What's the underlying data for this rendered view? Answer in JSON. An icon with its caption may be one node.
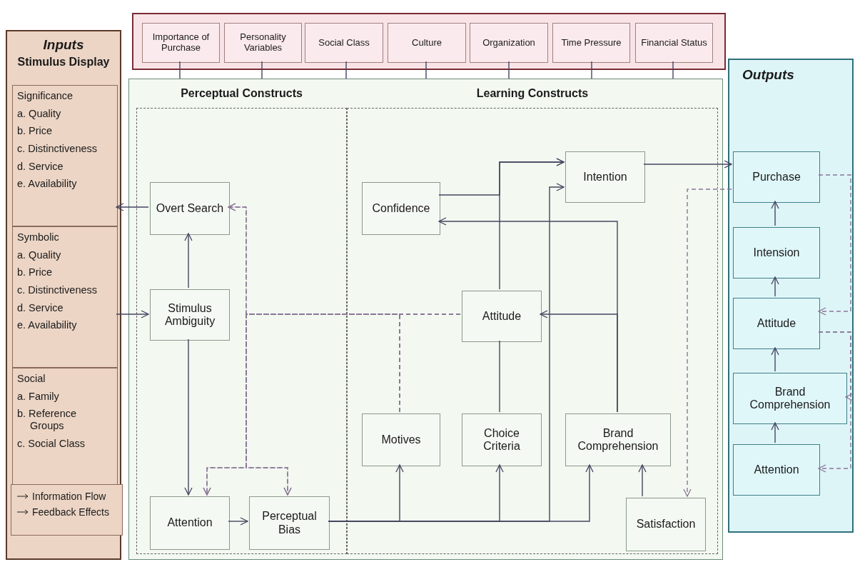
{
  "diagram": {
    "nodes": [
      {
        "text": [
          "Inputs",
          "Stimulus Display"
        ]
      },
      {
        "text": [
          "Significance",
          "a. Quality",
          "b. Price",
          "c. Distinctiveness",
          "d. Service",
          "e. Availability"
        ],
        "in": 0
      },
      {
        "text": [
          "Symbolic",
          "a. Quality",
          "b. Price",
          "c. Distinctiveness",
          "d. Service",
          "e. Availability"
        ],
        "in": 0
      },
      {
        "text": [
          "Social",
          "a. Family",
          "b. Reference Groups",
          "c. Social Class"
        ],
        "in": 0
      },
      {
        "text": [],
        "shape": "box"
      },
      {
        "text": [
          "Importance of Purchase"
        ],
        "in": 4
      },
      {
        "text": [
          "Personality Variables"
        ],
        "in": 4
      },
      {
        "text": [
          "Social Class"
        ],
        "in": 4
      },
      {
        "text": [
          "Culture"
        ],
        "in": 4
      },
      {
        "text": [
          "Organization"
        ],
        "in": 4
      },
      {
        "text": [
          "Time Pressure"
        ],
        "in": 4
      },
      {
        "text": [
          "Financial Status"
        ],
        "in": 4
      },
      {
        "text": [],
        "shape": "box"
      },
      {
        "text": [
          "Perceptual Constructs"
        ],
        "in": 12
      },
      {
        "text": [
          "Learning Constructs"
        ],
        "in": 12
      },
      {
        "text": [
          "Outputs"
        ]
      },
      {
        "text": [
          "Overt Search"
        ],
        "in": 13
      },
      {
        "text": [
          "Stimulus Ambiguity"
        ],
        "in": 13
      },
      {
        "text": [
          "Attention"
        ],
        "in": 13
      },
      {
        "text": [
          "Perceptual Bias"
        ],
        "in": 13
      },
      {
        "text": [
          "Confidence"
        ],
        "in": 14
      },
      {
        "text": [
          "Intention"
        ],
        "in": 14
      },
      {
        "text": [
          "Attitude"
        ],
        "in": 14
      },
      {
        "text": [
          "Motives"
        ],
        "in": 14
      },
      {
        "text": [
          "Choice Criteria"
        ],
        "in": 14
      },
      {
        "text": [
          "Brand Comprehension"
        ],
        "in": 14
      },
      {
        "text": [
          "Satisfaction"
        ],
        "in": 14
      },
      {
        "text": [
          "Purchase"
        ],
        "in": 15
      },
      {
        "text": [
          "Intension"
        ],
        "in": 15
      },
      {
        "text": [
          "Attitude"
        ],
        "in": 15
      },
      {
        "text": [
          "Brand Comprehension"
        ],
        "in": 15
      },
      {
        "text": [
          "Attention"
        ],
        "in": 15
      }
    ],
    "edges": [
      {
        "from": 5,
        "to": 12,
        "arrow": "none"
      },
      {
        "from": 6,
        "to": 12,
        "arrow": "none"
      },
      {
        "from": 7,
        "to": 12,
        "arrow": "none"
      },
      {
        "from": 8,
        "to": 12,
        "arrow": "none"
      },
      {
        "from": 9,
        "to": 12,
        "arrow": "none"
      },
      {
        "from": 10,
        "to": 12,
        "arrow": "none"
      },
      {
        "from": 11,
        "to": 12,
        "arrow": "none"
      },
      {
        "from": 16,
        "to": 1,
        "arrow": "to"
      },
      {
        "from": 2,
        "to": 17,
        "arrow": "to"
      },
      {
        "from": 17,
        "to": 16,
        "arrow": "to"
      },
      {
        "from": 17,
        "to": 18,
        "arrow": "to"
      },
      {
        "from": 18,
        "to": 19,
        "arrow": "to"
      },
      {
        "from": 22,
        "to": 16,
        "arrow": "to",
        "style": "dashed"
      },
      {
        "from": 22,
        "to": 18,
        "arrow": "to",
        "style": "dashed"
      },
      {
        "from": 22,
        "to": 19,
        "arrow": "to",
        "style": "dashed"
      },
      {
        "from": 23,
        "to": 16,
        "arrow": "to",
        "style": "dashed"
      },
      {
        "from": 23,
        "to": 18,
        "arrow": "to",
        "style": "dashed"
      },
      {
        "from": 23,
        "to": 19,
        "arrow": "to",
        "style": "dashed"
      },
      {
        "from": 19,
        "to": 23,
        "arrow": "to"
      },
      {
        "from": 19,
        "to": 24,
        "arrow": "to"
      },
      {
        "from": 19,
        "to": 25,
        "arrow": "to"
      },
      {
        "from": 19,
        "to": 21,
        "arrow": "to"
      },
      {
        "from": 20,
        "to": 21,
        "arrow": "to"
      },
      {
        "from": 22,
        "to": 21,
        "arrow": "to"
      },
      {
        "from": 24,
        "to": 22,
        "arrow": "none"
      },
      {
        "from": 25,
        "to": 22,
        "arrow": "to"
      },
      {
        "from": 25,
        "to": 20,
        "arrow": "to"
      },
      {
        "from": 26,
        "to": 25,
        "arrow": "to"
      },
      {
        "from": 21,
        "to": 27,
        "arrow": "to"
      },
      {
        "from": 27,
        "to": 26,
        "arrow": "to",
        "style": "dashed"
      },
      {
        "from": 28,
        "to": 27,
        "arrow": "to"
      },
      {
        "from": 29,
        "to": 28,
        "arrow": "to"
      },
      {
        "from": 30,
        "to": 29,
        "arrow": "to"
      },
      {
        "from": 31,
        "to": 30,
        "arrow": "to"
      },
      {
        "from": 27,
        "to": 29,
        "arrow": "to",
        "style": "dashed"
      },
      {
        "from": 29,
        "to": 30,
        "arrow": "to",
        "style": "dashed"
      },
      {
        "from": 29,
        "to": 31,
        "arrow": "to",
        "style": "dashed"
      }
    ],
    "legend": [
      {
        "text": "Information Flow"
      },
      {
        "text": "Feedback Effects"
      }
    ]
  }
}
